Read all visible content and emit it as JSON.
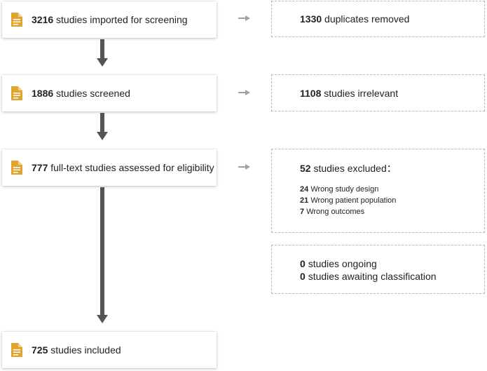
{
  "stages": [
    {
      "count": "3216",
      "text": "studies imported for screening",
      "icon": "document-icon"
    },
    {
      "count": "1886",
      "text": "studies screened",
      "icon": "document-icon"
    },
    {
      "count": "777",
      "text": "full-text studies assessed for eligibility",
      "icon": "document-icon"
    },
    {
      "count": "725",
      "text": "studies included",
      "icon": "document-icon"
    }
  ],
  "side": {
    "duplicates": {
      "count": "1330",
      "text": "duplicates removed"
    },
    "irrelevant": {
      "count": "1108",
      "text": "studies irrelevant"
    },
    "excluded": {
      "count": "52",
      "text": "studies excluded：",
      "reasons": [
        {
          "count": "24",
          "text": "Wrong study design"
        },
        {
          "count": "21",
          "text": "Wrong patient population"
        },
        {
          "count": "7",
          "text": "Wrong outcomes"
        }
      ]
    },
    "ongoing": {
      "count": "0",
      "text": "studies ongoing"
    },
    "awaiting": {
      "count": "0",
      "text": "studies awaiting classification"
    }
  },
  "colors": {
    "icon": "#e0a431",
    "arrow_main": "#555555",
    "arrow_side": "#a0a0a0",
    "dash": "#b9b9b9"
  }
}
